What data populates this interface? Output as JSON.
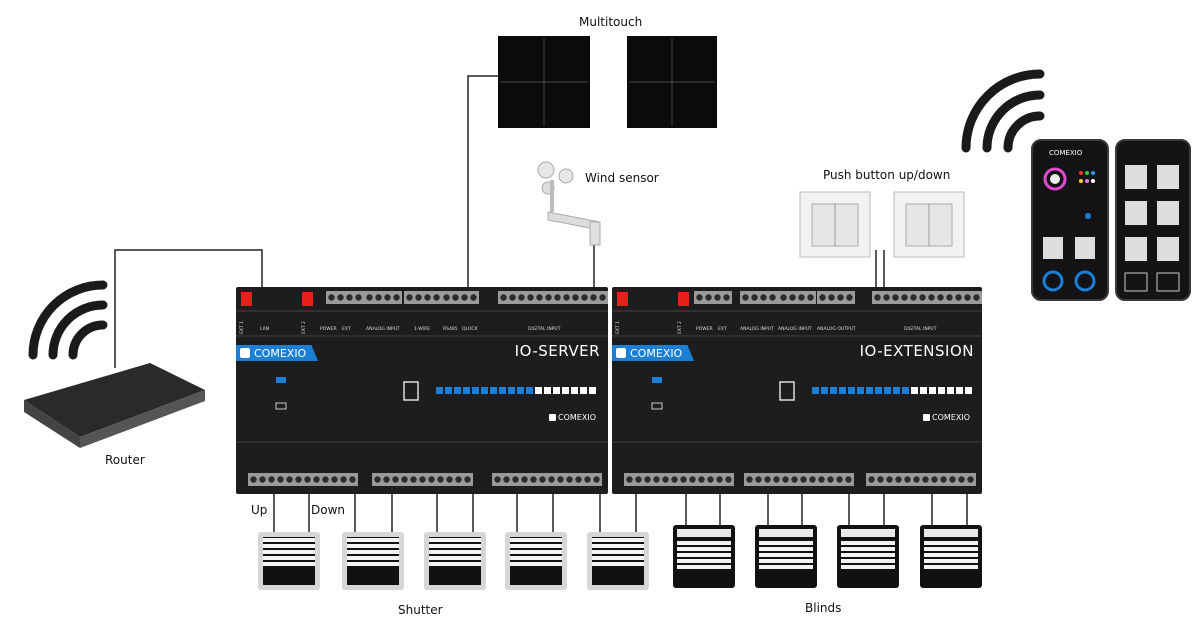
{
  "labels": {
    "multitouch": "Multitouch",
    "wind_sensor": "Wind sensor",
    "push_button": "Push button up/down",
    "router": "Router",
    "up": "Up",
    "down": "Down",
    "shutter": "Shutter",
    "blinds": "Blinds"
  },
  "io_server": {
    "name": "IO-SERVER",
    "brand": "COMEXIO",
    "small_brand": "COMEXIO",
    "ext1": "EXT 1",
    "ext2": "EXT 2",
    "lan": "LAN",
    "power": "POWER",
    "ext": "EXT",
    "analog_input": "ANALOG INPUT",
    "one_wire": "1-WIRE",
    "rs485": "RS485",
    "qlock": "QLOCK",
    "digital_input": "DIGITAL INPUT"
  },
  "io_extension": {
    "name": "IO-EXTENSION",
    "brand": "COMEXIO",
    "small_brand": "COMEXIO",
    "ext1": "EXT 1",
    "ext2": "EXT 2",
    "power": "POWER",
    "ext": "EXT",
    "analog_input_1": "ANALOG INPUT",
    "analog_input_2": "ANALOG INPUT",
    "analog_output": "ANALOG OUTPUT",
    "digital_input": "DIGITAL INPUT"
  },
  "phone": {
    "brand": "COMEXIO"
  },
  "colors": {
    "module": "#1d1d1f",
    "accent": "#1c7fd6",
    "terminal": "#9a9a9a",
    "red": "#e8201a",
    "line": "#222222"
  },
  "icons": [
    "wifi-icon",
    "router-icon",
    "wind-sensor-icon",
    "push-button-icon",
    "multitouch-panel-icon",
    "shutter-icon",
    "blinds-icon",
    "smartphone-icon",
    "power-icon"
  ]
}
